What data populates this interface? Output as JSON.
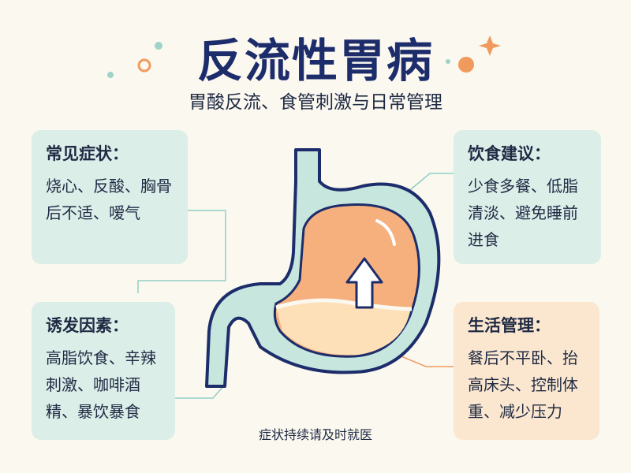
{
  "title": "反流性胃病",
  "subtitle": "胃酸反流、食管刺激与日常管理",
  "cards": {
    "symptoms": {
      "heading": "常见症状：",
      "text": "烧心、反酸、胸骨后不适、嗳气"
    },
    "triggers": {
      "heading": "诱发因素：",
      "text": "高脂饮食、辛辣刺激、咖啡酒精、暴饮暴食"
    },
    "diet": {
      "heading": "饮食建议：",
      "text": "少食多餐、低脂清淡、避免睡前进食"
    },
    "lifestyle": {
      "heading": "生活管理：",
      "text": "餐后不平卧、抬高床头、控制体重、减少压力"
    }
  },
  "footer": "症状持续请及时就医",
  "colors": {
    "title": "#1d2d6b",
    "teal": "#dceee8",
    "peach": "#fbe7cf",
    "stomach_outline": "#1d2d6b",
    "acid": "#f5b07e",
    "accent_orange": "#f09a5d"
  }
}
